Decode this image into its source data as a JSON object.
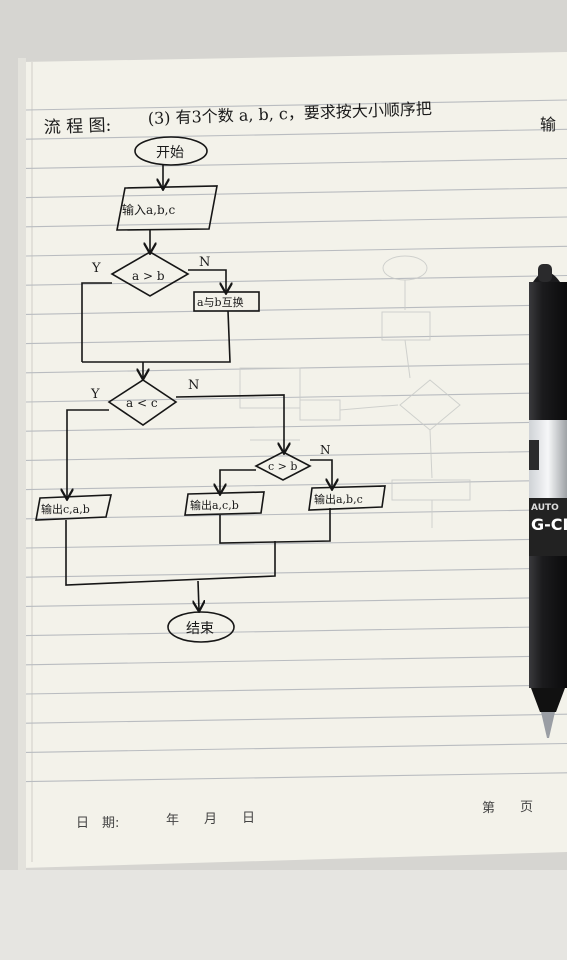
{
  "notebook": {
    "heading": "流 程 图:",
    "problem_text": "(3) 有3个数 a, b, c，要求按大小顺序把",
    "problem_continued": "输",
    "footer": {
      "date_label": "日　期:",
      "year_label": "年",
      "month_label": "月",
      "day_label": "日",
      "page_prefix": "第",
      "page_suffix": "页"
    }
  },
  "flowchart": {
    "start": "开始",
    "input": "输入a,b,c",
    "decision_1": "a > b",
    "decision_1_yes": "Y",
    "decision_1_no": "N",
    "swap": "a与b互换",
    "decision_2": "a < c",
    "decision_2_yes": "Y",
    "decision_2_no": "N",
    "output_left": "输出c,a,b",
    "decision_3": "c > b",
    "decision_3_no": "N",
    "output_middle": "输出a,c,b",
    "output_right": "输出a,b,c",
    "end": "结束"
  },
  "pen": {
    "brand_text": "AUTO",
    "label_text": "G-CI",
    "body_color": "#1b1b1d"
  },
  "colors": {
    "paper": "#f3f2ea",
    "rule_line": "#b9bcc0",
    "ink": "#161616"
  }
}
